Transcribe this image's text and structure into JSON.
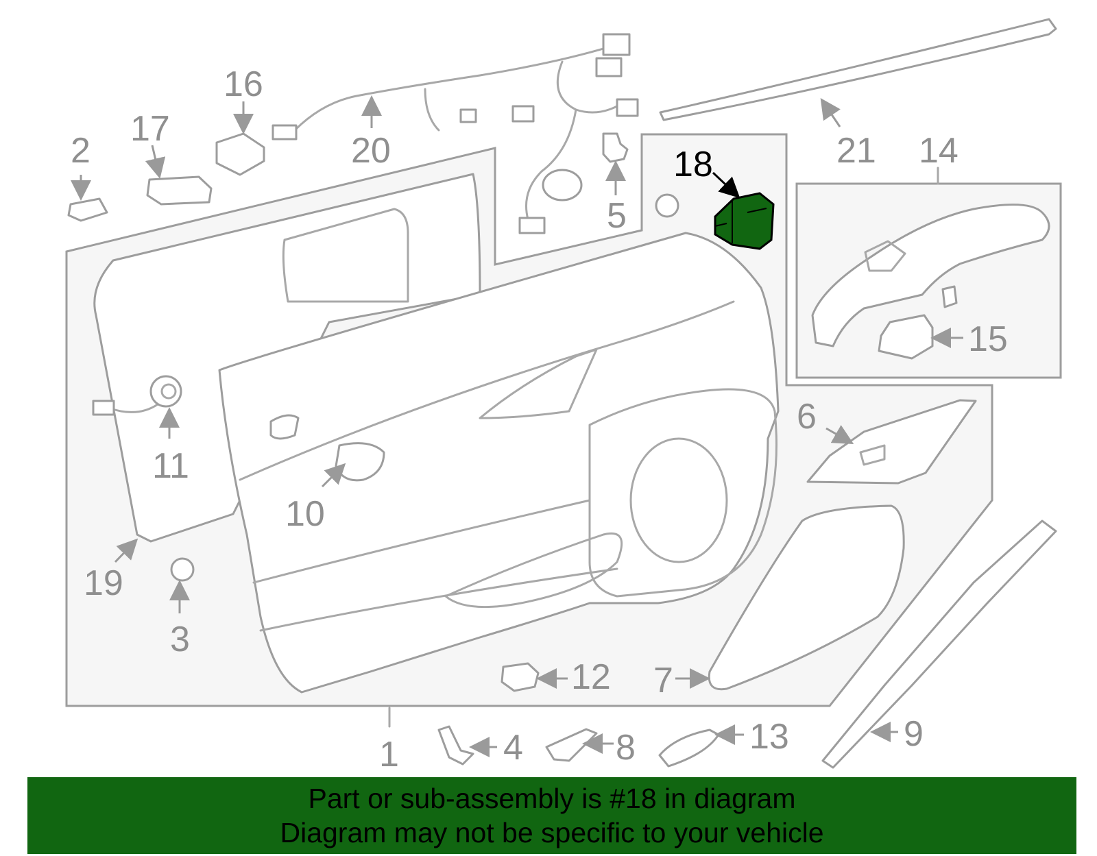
{
  "callouts": {
    "c1": "1",
    "c2": "2",
    "c3": "3",
    "c4": "4",
    "c5": "5",
    "c6": "6",
    "c7": "7",
    "c8": "8",
    "c9": "9",
    "c10": "10",
    "c11": "11",
    "c12": "12",
    "c13": "13",
    "c14": "14",
    "c15": "15",
    "c16": "16",
    "c17": "17",
    "c18": "18",
    "c19": "19",
    "c20": "20",
    "c21": "21"
  },
  "highlight": {
    "part_number": "18",
    "color": "#116611"
  },
  "banner": {
    "line1": "Part or sub-assembly is #18 in diagram",
    "line2": "Diagram may not be specific to your vehicle",
    "background": "#116611"
  }
}
